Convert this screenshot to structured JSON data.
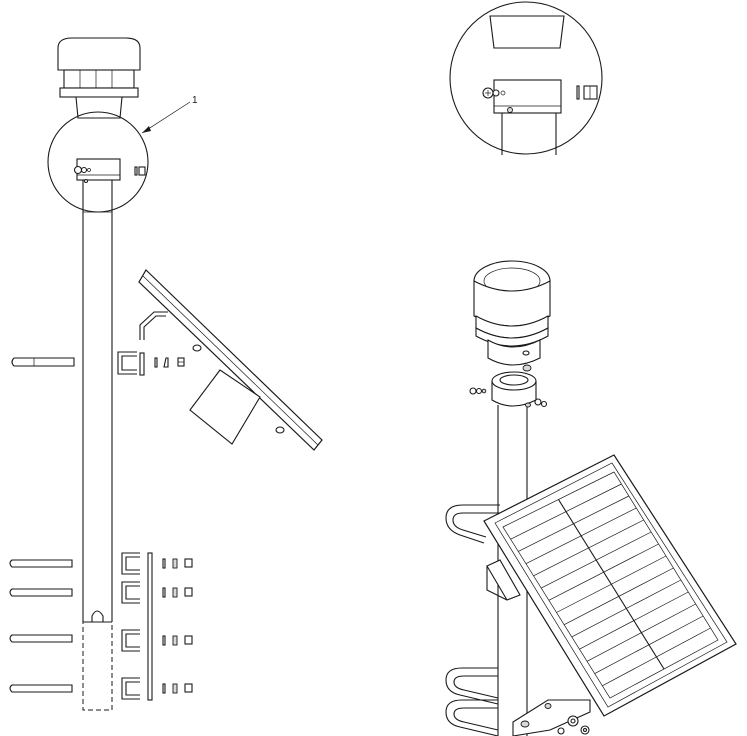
{
  "figure": {
    "callout_label": "1",
    "colors": {
      "line": "#1a1a1a",
      "background": "#ffffff",
      "hatch": "#d9d9d9"
    },
    "views": [
      {
        "name": "exploded-assembly-view"
      },
      {
        "name": "detail-view"
      },
      {
        "name": "assembled-perspective-view"
      }
    ]
  }
}
